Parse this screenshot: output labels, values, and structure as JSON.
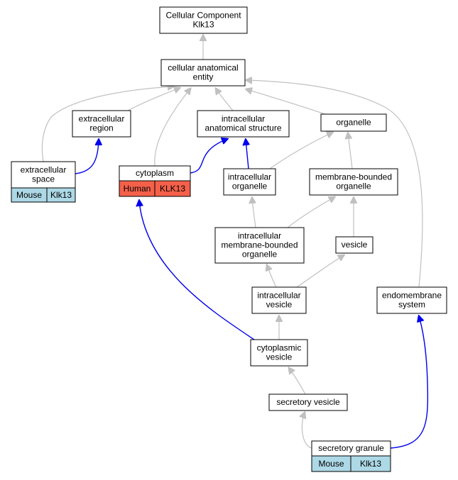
{
  "colors": {
    "background": "#ffffff",
    "node_border": "#000000",
    "is_a_edge": "#c0c0c0",
    "part_of_edge": "#0000ee",
    "mouse_cell": "#add8e6",
    "human_cell": "#f4604a"
  },
  "nodes": {
    "root": {
      "lines": [
        "Cellular Component",
        "Klk13"
      ]
    },
    "cae": {
      "lines": [
        "cellular anatomical",
        "entity"
      ]
    },
    "extracellular_region": {
      "lines": [
        "extracellular",
        "region"
      ]
    },
    "intracellular_anatomical_structure": {
      "lines": [
        "intracellular",
        "anatomical structure"
      ]
    },
    "organelle": {
      "lines": [
        "organelle"
      ]
    },
    "extracellular_space": {
      "lines": [
        "extracellular",
        "space"
      ],
      "cells": [
        "Mouse",
        "Klk13"
      ]
    },
    "cytoplasm": {
      "lines": [
        "cytoplasm"
      ],
      "cells": [
        "Human",
        "KLK13"
      ]
    },
    "intracellular_organelle": {
      "lines": [
        "intracellular",
        "organelle"
      ]
    },
    "membrane_bounded_organelle": {
      "lines": [
        "membrane-bounded",
        "organelle"
      ]
    },
    "intracellular_membrane_bounded_organelle": {
      "lines": [
        "intracellular",
        "membrane-bounded",
        "organelle"
      ]
    },
    "vesicle": {
      "lines": [
        "vesicle"
      ]
    },
    "intracellular_vesicle": {
      "lines": [
        "intracellular",
        "vesicle"
      ]
    },
    "endomembrane_system": {
      "lines": [
        "endomembrane",
        "system"
      ]
    },
    "cytoplasmic_vesicle": {
      "lines": [
        "cytoplasmic",
        "vesicle"
      ]
    },
    "secretory_vesicle": {
      "lines": [
        "secretory vesicle"
      ]
    },
    "secretory_granule": {
      "lines": [
        "secretory granule"
      ],
      "cells": [
        "Mouse",
        "Klk13"
      ]
    }
  },
  "edges": [
    {
      "from": "cae",
      "to": "root",
      "type": "is_a"
    },
    {
      "from": "extracellular_region",
      "to": "cae",
      "type": "is_a"
    },
    {
      "from": "intracellular_anatomical_structure",
      "to": "cae",
      "type": "is_a"
    },
    {
      "from": "organelle",
      "to": "cae",
      "type": "is_a"
    },
    {
      "from": "extracellular_space",
      "to": "cae",
      "type": "is_a"
    },
    {
      "from": "cytoplasm",
      "to": "cae",
      "type": "is_a"
    },
    {
      "from": "endomembrane_system",
      "to": "cae",
      "type": "is_a"
    },
    {
      "from": "extracellular_space",
      "to": "extracellular_region",
      "type": "part_of"
    },
    {
      "from": "cytoplasm",
      "to": "intracellular_anatomical_structure",
      "type": "part_of"
    },
    {
      "from": "intracellular_organelle",
      "to": "intracellular_anatomical_structure",
      "type": "part_of"
    },
    {
      "from": "intracellular_organelle",
      "to": "organelle",
      "type": "is_a"
    },
    {
      "from": "membrane_bounded_organelle",
      "to": "organelle",
      "type": "is_a"
    },
    {
      "from": "intracellular_membrane_bounded_organelle",
      "to": "intracellular_organelle",
      "type": "is_a"
    },
    {
      "from": "intracellular_membrane_bounded_organelle",
      "to": "membrane_bounded_organelle",
      "type": "is_a"
    },
    {
      "from": "vesicle",
      "to": "membrane_bounded_organelle",
      "type": "is_a"
    },
    {
      "from": "intracellular_vesicle",
      "to": "intracellular_membrane_bounded_organelle",
      "type": "is_a"
    },
    {
      "from": "intracellular_vesicle",
      "to": "vesicle",
      "type": "is_a"
    },
    {
      "from": "cytoplasmic_vesicle",
      "to": "intracellular_vesicle",
      "type": "is_a"
    },
    {
      "from": "cytoplasmic_vesicle",
      "to": "cytoplasm",
      "type": "part_of"
    },
    {
      "from": "secretory_vesicle",
      "to": "cytoplasmic_vesicle",
      "type": "is_a"
    },
    {
      "from": "secretory_granule",
      "to": "secretory_vesicle",
      "type": "is_a"
    },
    {
      "from": "secretory_granule",
      "to": "endomembrane_system",
      "type": "part_of"
    }
  ]
}
